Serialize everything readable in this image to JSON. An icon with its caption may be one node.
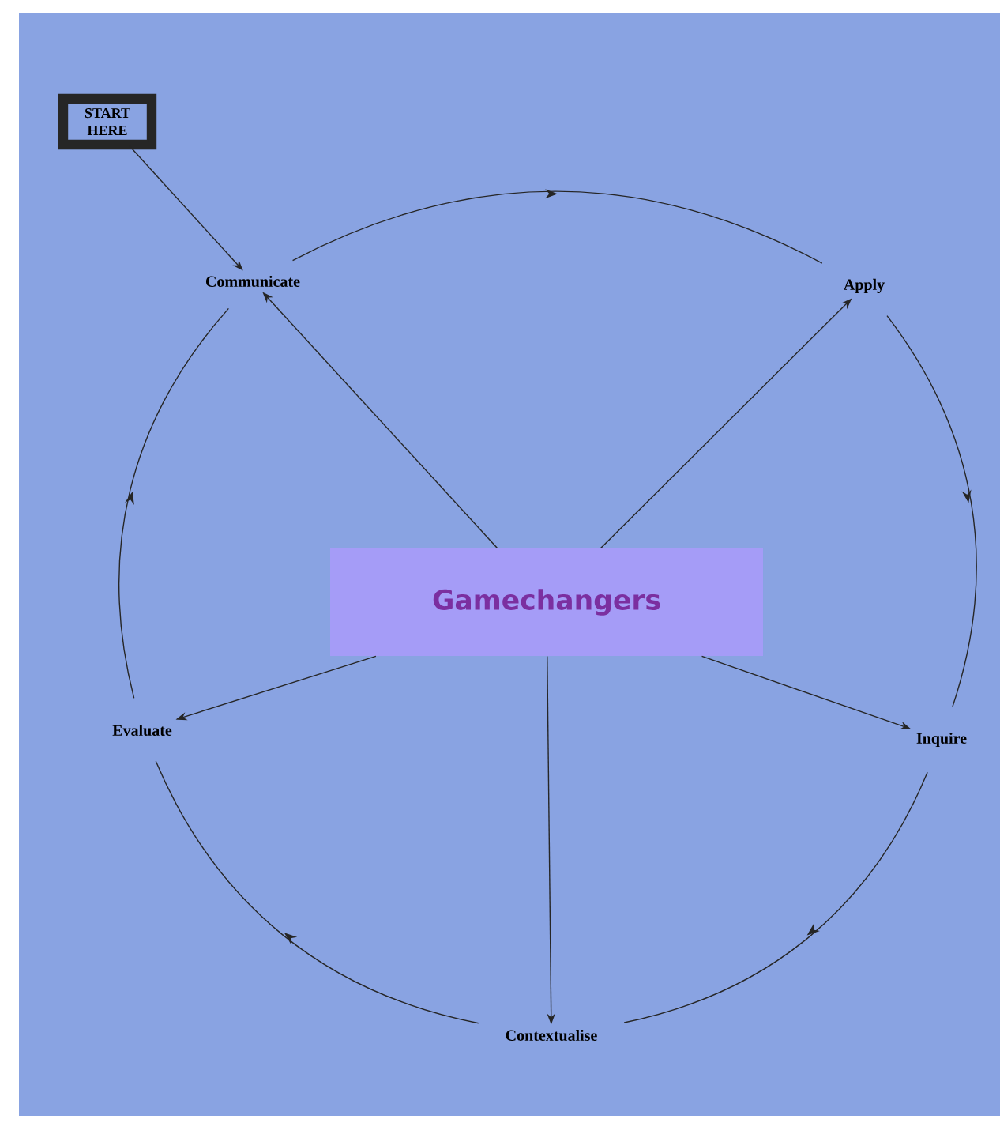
{
  "diagram": {
    "nodes": [
      {
        "text": [
          "START HERE"
        ]
      },
      {
        "text": [
          "Communicate"
        ]
      },
      {
        "text": [
          "Apply"
        ]
      },
      {
        "text": [
          "Gamechangers"
        ]
      },
      {
        "text": [
          "Evaluate"
        ]
      },
      {
        "text": [
          "Inquire"
        ]
      },
      {
        "text": [
          "Contextualise"
        ]
      }
    ],
    "edges": [
      {
        "from": 0,
        "to": 1,
        "arrow": "to"
      },
      {
        "from": 1,
        "to": 2,
        "arrow": "to"
      },
      {
        "from": 2,
        "to": 5,
        "arrow": "to"
      },
      {
        "from": 5,
        "to": 6,
        "arrow": "to"
      },
      {
        "from": 6,
        "to": 4,
        "arrow": "to"
      },
      {
        "from": 4,
        "to": 1,
        "arrow": "to"
      },
      {
        "from": 3,
        "to": 1,
        "arrow": "to"
      },
      {
        "from": 3,
        "to": 2,
        "arrow": "to"
      },
      {
        "from": 3,
        "to": 4,
        "arrow": "to"
      },
      {
        "from": 3,
        "to": 5,
        "arrow": "to"
      },
      {
        "from": 3,
        "to": 6,
        "arrow": "to"
      }
    ]
  }
}
